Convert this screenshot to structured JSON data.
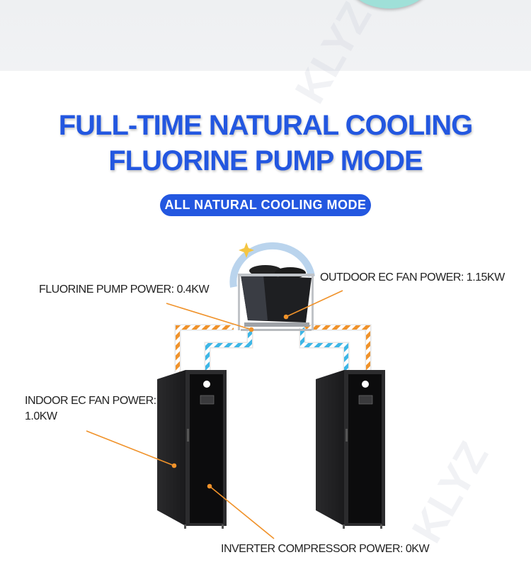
{
  "heading": {
    "line1": "FULL-TIME NATURAL COOLING",
    "line2": "FLUORINE PUMP MODE"
  },
  "mode_badge": "ALL NATURAL COOLING MODE",
  "callouts": {
    "fluorine_pump": "FLUORINE PUMP POWER: 0.4KW",
    "outdoor_fan": "OUTDOOR EC FAN POWER: 1.15KW",
    "indoor_fan_line1": "INDOOR EC FAN POWER:",
    "indoor_fan_line2": "1.0KW",
    "compressor": "INVERTER COMPRESSOR POWER: 0KW"
  },
  "watermark": "KLYZ",
  "colors": {
    "brand_blue": "#2357e0",
    "pipe_orange": "#f0922a",
    "pipe_blue": "#3db6e6",
    "leader_line": "#f0922a",
    "cabinet": "#1c1c1e"
  }
}
